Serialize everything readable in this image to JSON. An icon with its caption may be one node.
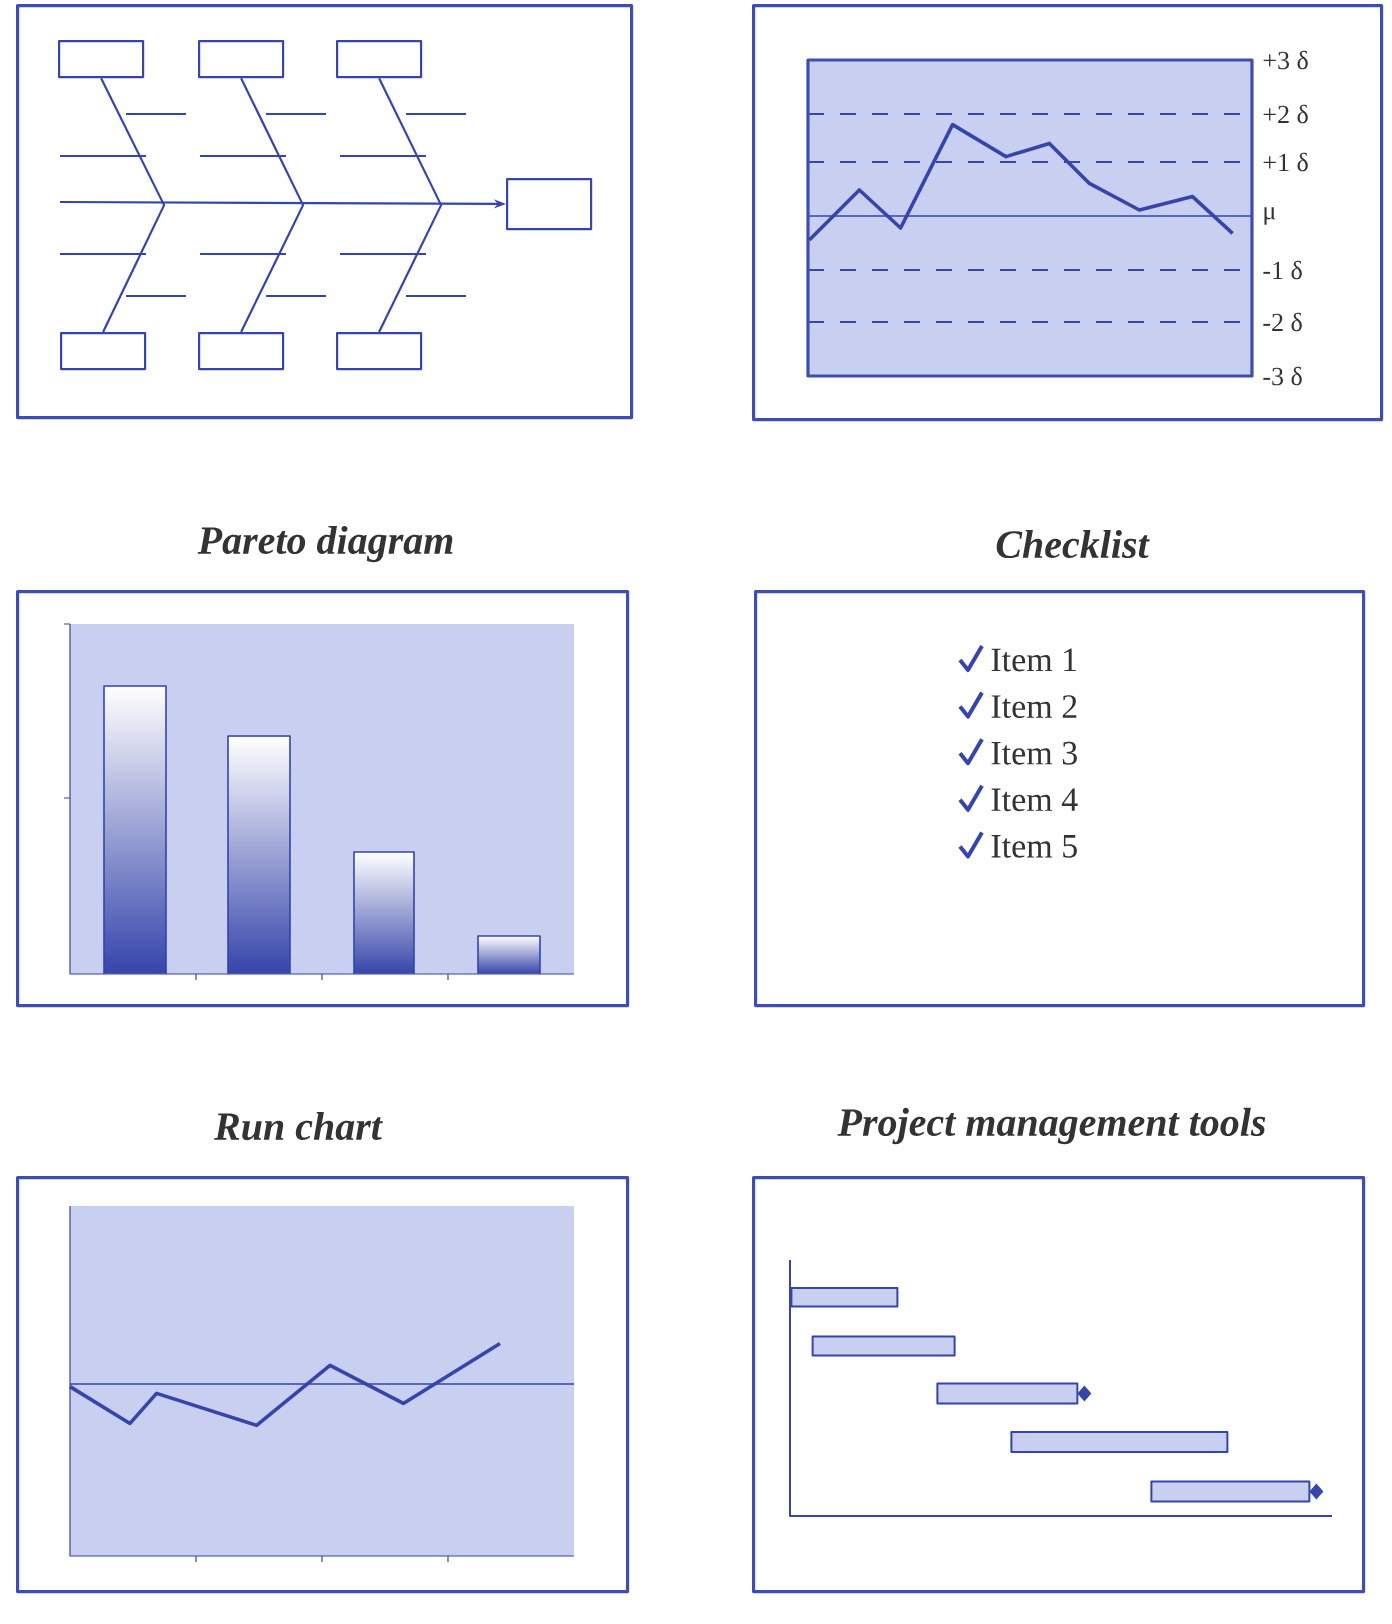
{
  "diagram": {
    "nodes": [
      {
        "text": [],
        "shape": "box"
      },
      {
        "text": [],
        "shape": "box",
        "in": 0
      },
      {
        "text": [],
        "shape": "box",
        "in": 0
      },
      {
        "text": [],
        "shape": "box",
        "in": 0
      },
      {
        "text": [],
        "shape": "box",
        "in": 0
      },
      {
        "text": [],
        "shape": "box",
        "in": 0
      },
      {
        "text": [],
        "shape": "box",
        "in": 0
      },
      {
        "text": [],
        "shape": "box",
        "in": 0
      },
      {
        "text": [],
        "shape": "box"
      },
      {
        "text": [
          "Pareto diagram"
        ]
      },
      {
        "text": [
          "Checklist",
          "Item 1",
          "Item 2",
          "Item 3",
          "Item 4",
          "Item 5"
        ]
      },
      {
        "text": [
          "Run chart"
        ]
      },
      {
        "text": [
          "Project management tools"
        ]
      }
    ],
    "edges": [
      {
        "from": null,
        "to": 7,
        "arrow": "to"
      },
      {
        "from": 1,
        "to": 4,
        "arrow": "none"
      },
      {
        "from": 2,
        "to": 5,
        "arrow": "none"
      },
      {
        "from": 3,
        "to": 6,
        "arrow": "none"
      }
    ],
    "labels": [
      "+3 δ",
      "+2 δ",
      "+1 δ",
      "μ",
      "-1 δ",
      "-2 δ",
      "-3 δ"
    ]
  }
}
